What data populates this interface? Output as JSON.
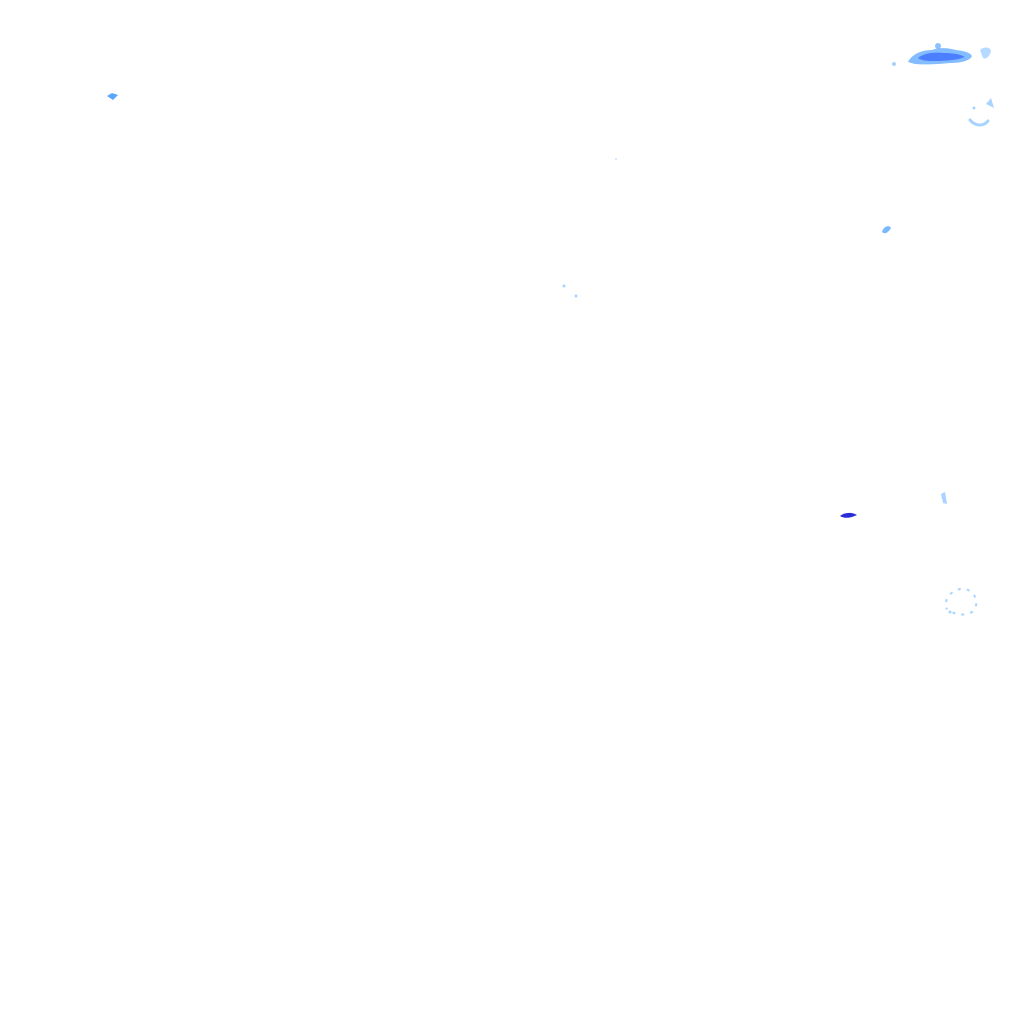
{
  "map": {
    "type": "precipitation-radar-overlay",
    "background_color": "#ffffff",
    "colors": {
      "light": "#a8d4ff",
      "moderate": "#5aa6ff",
      "heavy": "#1f4dff",
      "intense": "#2b2bd9"
    },
    "echoes": [
      {
        "id": "northeast-cluster",
        "intensity": "moderate"
      },
      {
        "id": "northeast-cluster-core",
        "intensity": "heavy"
      },
      {
        "id": "northeast-speck",
        "intensity": "light"
      },
      {
        "id": "northwest-speck",
        "intensity": "moderate"
      },
      {
        "id": "east-arc",
        "intensity": "light"
      },
      {
        "id": "east-small",
        "intensity": "moderate"
      },
      {
        "id": "central-flecks",
        "intensity": "light"
      },
      {
        "id": "southeast-band",
        "intensity": "intense"
      },
      {
        "id": "southeast-sliver",
        "intensity": "light"
      },
      {
        "id": "southeast-ring",
        "intensity": "light"
      }
    ]
  }
}
